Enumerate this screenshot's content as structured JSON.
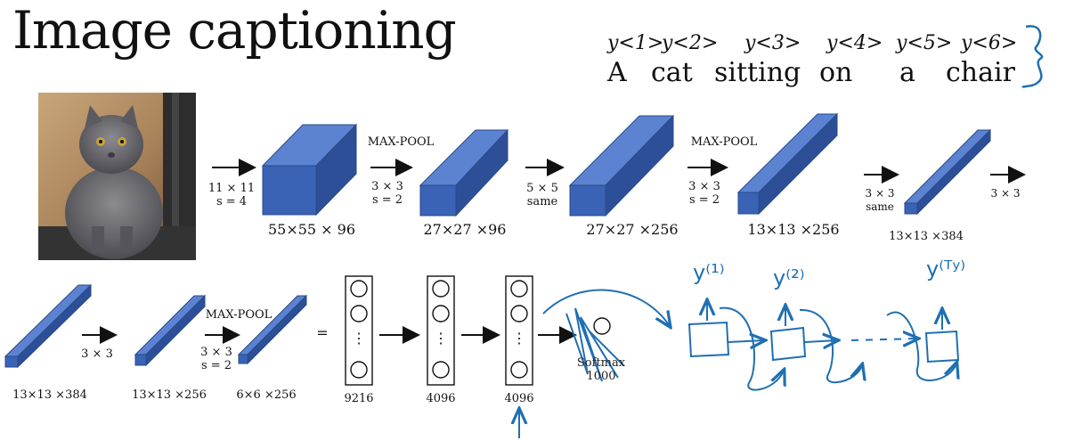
{
  "title": "Image captioning",
  "caption": {
    "words": [
      "A",
      "cat",
      "sitting",
      "on",
      "a",
      "chair"
    ],
    "y_labels": [
      "y<1>",
      "y<2>",
      "y<3>",
      "y<4>",
      "y<5>",
      "y<6>"
    ]
  },
  "cnn": {
    "row1": {
      "ops": [
        {
          "line1": "11 × 11",
          "line2": "s = 4"
        },
        {
          "top": "MAX-POOL",
          "line1": "3 × 3",
          "line2": "s = 2"
        },
        {
          "line1": "5 × 5",
          "line2": "same"
        },
        {
          "top": "MAX-POOL",
          "line1": "3 × 3",
          "line2": "s = 2"
        },
        {
          "line1": "3 × 3",
          "line2": "same"
        },
        {
          "line1": "3 × 3",
          "line2": ""
        }
      ],
      "volumes": [
        "55×55 × 96",
        "27×27 ×96",
        "27×27 ×256",
        "13×13 ×256",
        "13×13 ×384"
      ]
    },
    "row2": {
      "ops": [
        {
          "line1": "3 × 3",
          "line2": ""
        },
        {
          "top": "MAX-POOL",
          "line1": "3 × 3",
          "line2": "s = 2"
        }
      ],
      "volumes": [
        "13×13 ×384",
        "13×13 ×256",
        "6×6 ×256"
      ],
      "equals": "=",
      "fc_sizes": [
        "9216",
        "4096",
        "4096"
      ],
      "fc_dots": "⋮",
      "softmax": {
        "line1": "Softmax",
        "line2": "1000"
      }
    }
  },
  "handwriting": {
    "rnn_outputs": [
      "y⁽¹⁾",
      "y⁽²⁾",
      "y⁽ᵀʸ⁾"
    ]
  },
  "colors": {
    "box_front": "#3a63b5",
    "box_top": "#5b83d1",
    "box_side": "#2d4f97",
    "ink": "#1f6fb2"
  }
}
